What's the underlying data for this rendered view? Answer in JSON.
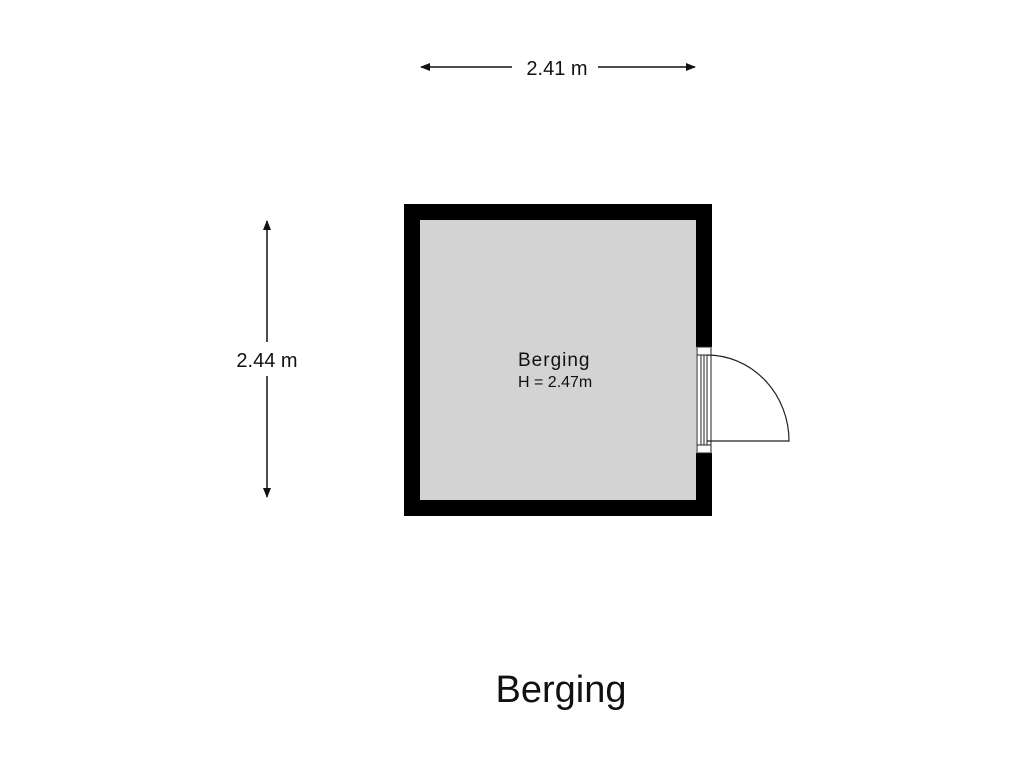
{
  "plan": {
    "title": "Berging",
    "width_label": "2.41 m",
    "height_label": "2.44 m",
    "room": {
      "name": "Berging",
      "height": "H = 2.47m"
    },
    "colors": {
      "wall": "#000000",
      "floor": "#d3d3d3",
      "background": "#ffffff"
    }
  }
}
